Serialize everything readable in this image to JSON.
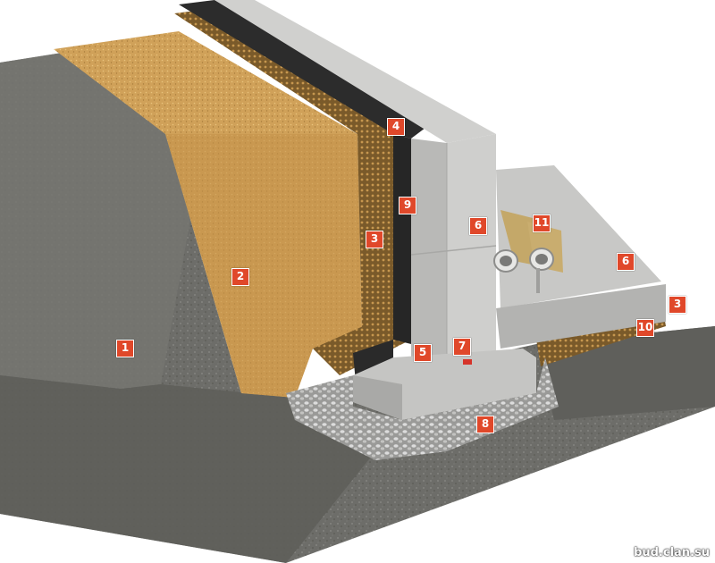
{
  "colors": {
    "tag_bg": "#e0482a",
    "soil": "#6f6f6b",
    "sand": "#d3a55e",
    "concrete": "#c9c9c7",
    "waterproof": "#2f2f2f",
    "gravel": "#bdbdbd"
  },
  "labels": [
    "1",
    "2",
    "3",
    "4",
    "5",
    "6",
    "7",
    "8",
    "9",
    "10",
    "11"
  ],
  "watermark": "bud.clan.su"
}
